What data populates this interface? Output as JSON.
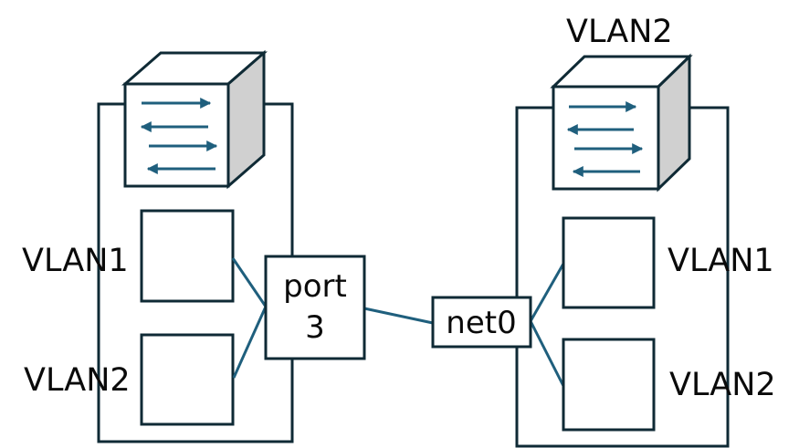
{
  "left_switch": {
    "vlan1_label": "VLAN1",
    "vlan2_label": "VLAN2"
  },
  "port_box": {
    "line1": "port",
    "line2": "3"
  },
  "net0_box": {
    "label": "net0"
  },
  "right_switch": {
    "title": "VLAN2",
    "vlan1_label": "VLAN1",
    "vlan2_label": "VLAN2"
  },
  "colors": {
    "outline": "#0f2a35",
    "link": "#1f5f7d",
    "cube_side": "#d0d0d0"
  },
  "icons": [
    "network-switch-icon",
    "network-switch-icon"
  ]
}
